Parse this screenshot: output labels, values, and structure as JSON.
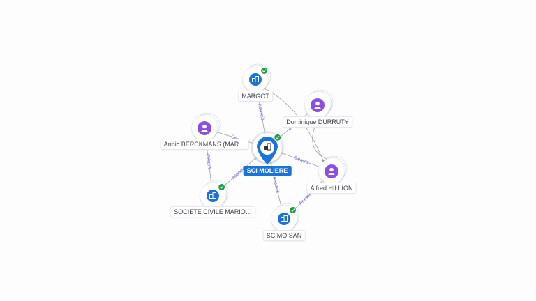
{
  "colors": {
    "company": "#1a73d9",
    "person": "#8a4fe0",
    "verified": "#1e9e4a",
    "edge": "#9aa0aa",
    "edge_label": "#7a6fd4"
  },
  "nodes": [
    {
      "id": "sci-moliere",
      "label": "SCI MOLIERE",
      "type": "company",
      "main": true,
      "verified": true
    },
    {
      "id": "margot",
      "label": "MARGOT",
      "type": "company",
      "verified": true
    },
    {
      "id": "dominique-durruty",
      "label": "Dominique DURRUTY",
      "type": "person"
    },
    {
      "id": "annic-berckmans",
      "label": "Annic BERCKMANS (MAR…",
      "type": "person"
    },
    {
      "id": "alfred-hillion",
      "label": "Alfred HILLION",
      "type": "person"
    },
    {
      "id": "societe-civile-mario",
      "label": "SOCIETE CIVILE MARIO…",
      "type": "company",
      "verified": true
    },
    {
      "id": "sc-moisan",
      "label": "SC MOISAN",
      "type": "company",
      "verified": true
    }
  ],
  "edges": [
    {
      "from": "margot",
      "to": "sci-moliere",
      "label": "Associé"
    },
    {
      "from": "margot",
      "to": "alfred-hillion",
      "label": ""
    },
    {
      "from": "dominique-durruty",
      "to": "sci-moliere",
      "label": "Gérant"
    },
    {
      "from": "dominique-durruty",
      "to": "alfred-hillion",
      "label": ""
    },
    {
      "from": "annic-berckmans",
      "to": "sci-moliere",
      "label": "Gé"
    },
    {
      "from": "annic-berckmans",
      "to": "societe-civile-mario",
      "label": "Gérant"
    },
    {
      "from": "alfred-hillion",
      "to": "sci-moliere",
      "label": "Gérant"
    },
    {
      "from": "alfred-hillion",
      "to": "sc-moisan",
      "label": "Associé"
    },
    {
      "from": "societe-civile-mario",
      "to": "sci-moliere",
      "label": "Associé"
    },
    {
      "from": "sc-moisan",
      "to": "sci-moliere",
      "label": "Associé"
    }
  ]
}
